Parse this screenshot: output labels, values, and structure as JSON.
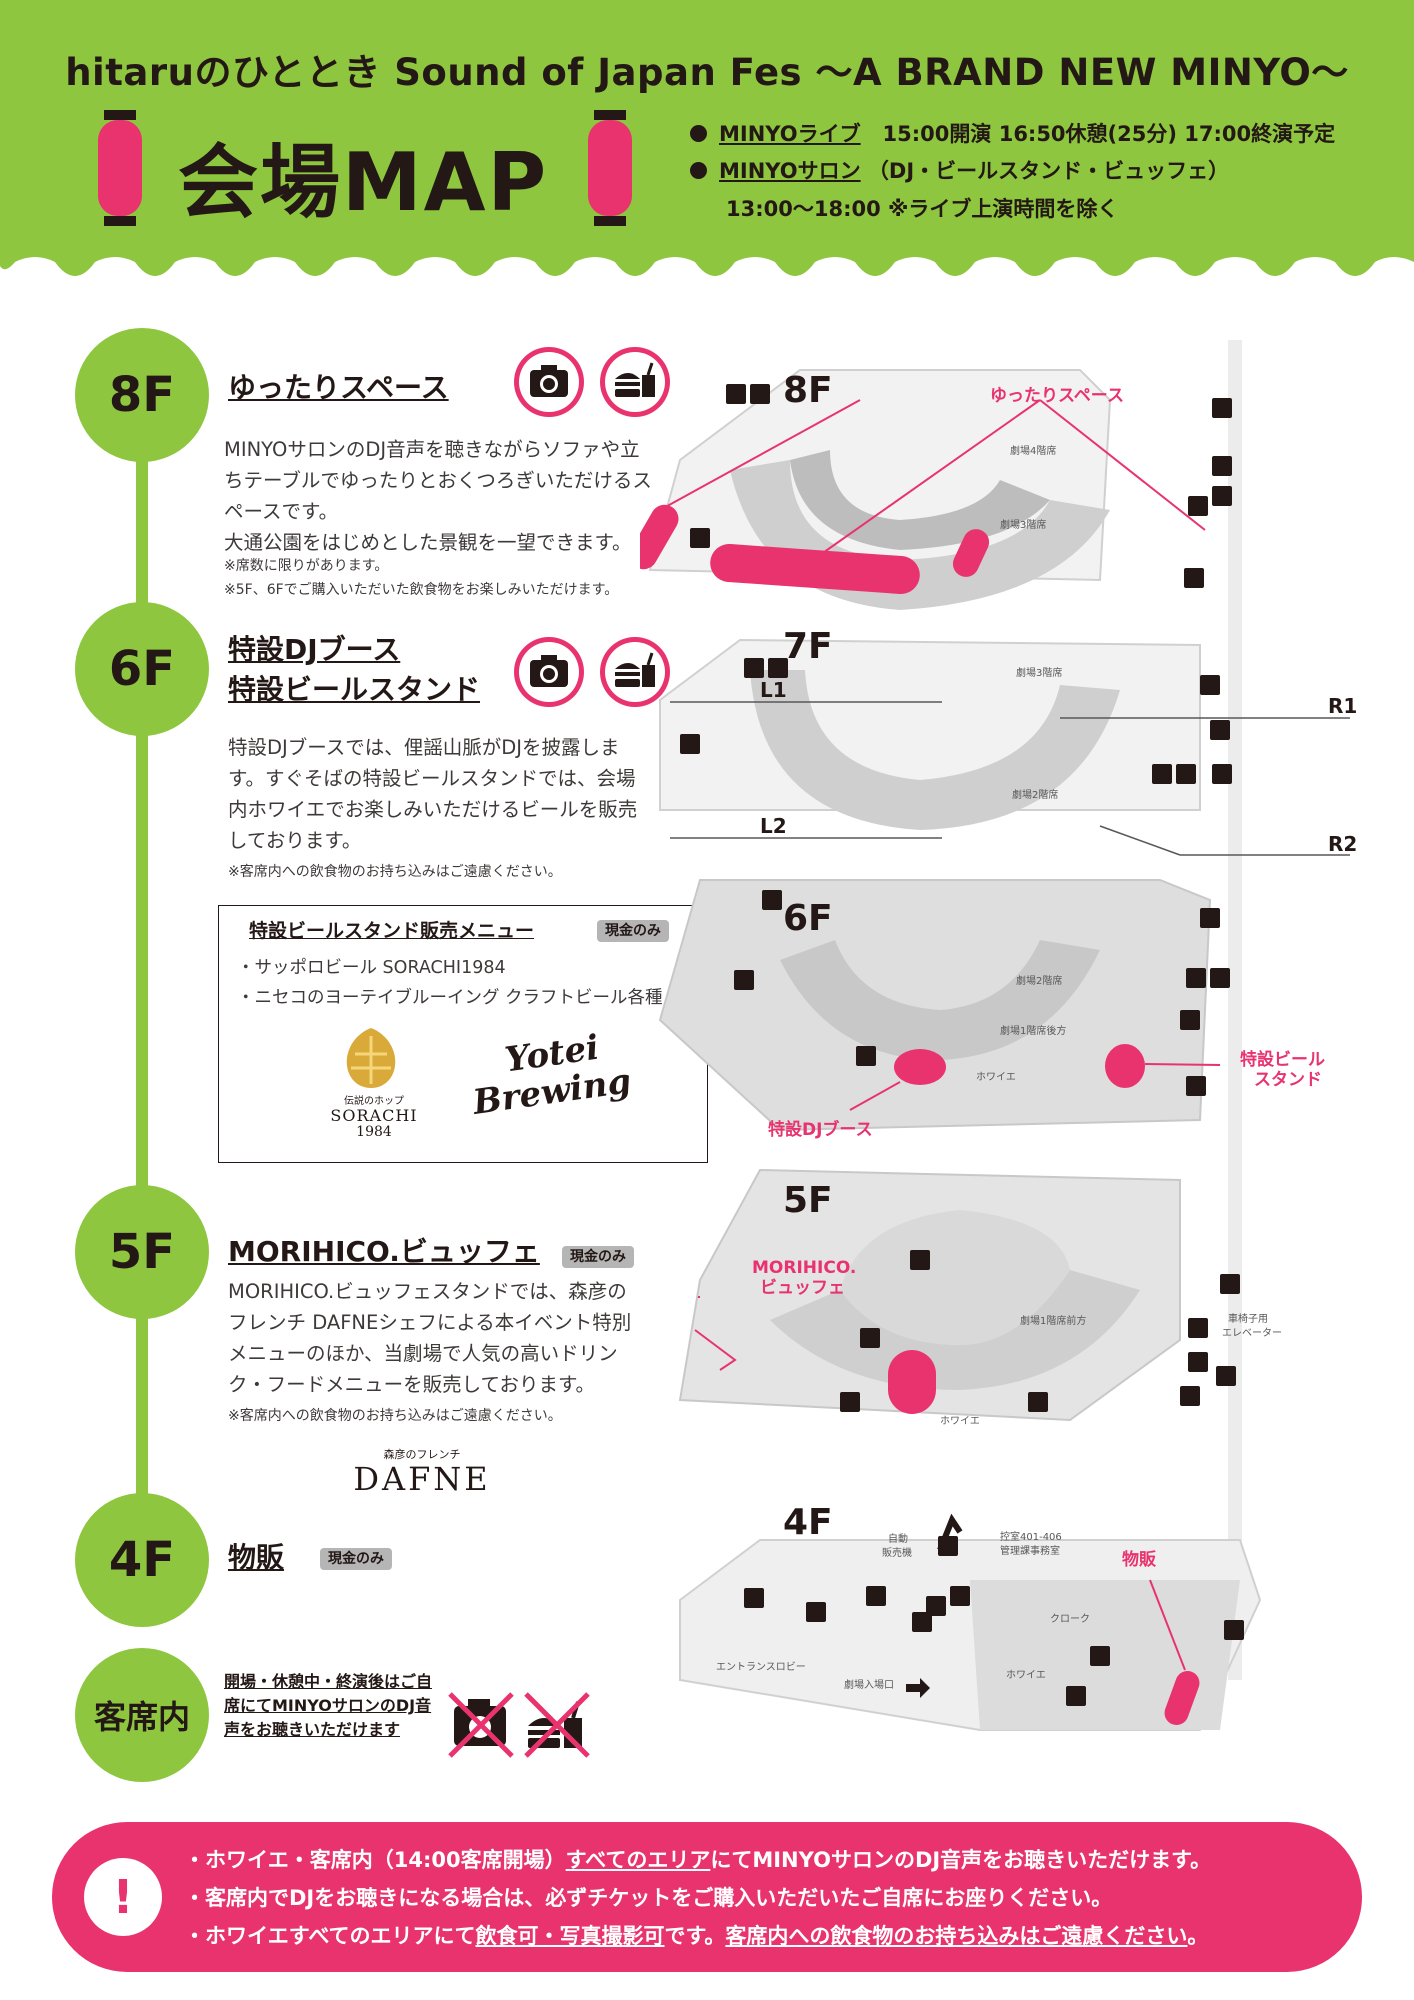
{
  "colors": {
    "green": "#8ec63f",
    "pink": "#e8336f",
    "dark": "#231815",
    "gray": "#b5b5b6"
  },
  "header": {
    "event_title": "hitaruのひととき Sound of Japan Fes 〜A BRAND NEW MINYO〜",
    "map_title": "会場MAP",
    "schedule": [
      {
        "link": "MINYOライブ",
        "text": "15:00開演 16:50休憩(25分) 17:00終演予定"
      },
      {
        "link": "MINYOサロン",
        "text": "（DJ・ビールスタンド・ビュッフェ）"
      }
    ],
    "schedule_times": "13:00〜18:00 ※ライブ上演時間を除く"
  },
  "floors": {
    "f8": {
      "label": "8F",
      "title": "ゆったりスペース",
      "desc": [
        "MINYOサロンのDJ音声を聴きながらソファや立",
        "ちテーブルでゆったりとおくつろぎいただけるス",
        "ペースです。",
        "大通公園をはじめとした景観を一望できます。"
      ],
      "notes": [
        "※席数に限りがあります。",
        "※5F、6Fでご購入いただいた飲食物をお楽しみいただけます。"
      ]
    },
    "f6": {
      "label": "6F",
      "title1": "特設DJブース",
      "title2": "特設ビールスタンド",
      "desc": [
        "特設DJブースでは、俚謡山脈がDJを披露しま",
        "す。すぐそばの特設ビールスタンドでは、会場",
        "内ホワイエでお楽しみいただけるビールを販売",
        "しております。"
      ],
      "note": "※客席内への飲食物のお持ち込みはご遠慮ください。",
      "menu": {
        "title": "特設ビールスタンド販売メニュー",
        "badge": "現金のみ",
        "items": [
          "・サッポロビール SORACHI1984",
          "・ニセコのヨーテイブルーイング クラフトビール各種"
        ],
        "logo1_top": "伝説のホップ",
        "logo1_name": "SORACHI",
        "logo1_year": "1984",
        "logo2_line1": "Yotei",
        "logo2_line2": "Brewing"
      }
    },
    "f5": {
      "label": "5F",
      "title": "MORIHICO.ビュッフェ",
      "badge": "現金のみ",
      "desc": [
        "MORIHICO.ビュッフェスタンドでは、森彦の",
        "フレンチ DAFNEシェフによる本イベント特別",
        "メニューのほか、当劇場で人気の高いドリン",
        "ク・フードメニューを販売しております。"
      ],
      "note": "※客席内への飲食物のお持ち込みはご遠慮ください。",
      "logo_small": "森彦のフレンチ",
      "logo_name": "DAFNE"
    },
    "f4": {
      "label": "4F",
      "title": "物販",
      "badge": "現金のみ"
    },
    "seat": {
      "label": "客席内",
      "text": "開場・休憩中・終演後はご自席にてMINYOサロンのDJ音声をお聴きいただけます"
    }
  },
  "maps": {
    "m8": {
      "label": "8F",
      "callout": "ゆったりスペース",
      "seat3": "劇場4階席",
      "seat2": "劇場3階席"
    },
    "m7": {
      "label": "7F",
      "seat3": "劇場3階席",
      "seat2": "劇場2階席",
      "l1": "L1",
      "l2": "L2",
      "r1": "R1",
      "r2": "R2"
    },
    "m6": {
      "label": "6F",
      "seat2": "劇場2階席",
      "seat1": "劇場1階席後方",
      "foyer": "ホワイエ",
      "dj": "特設DJブース",
      "beer1": "特設ビール",
      "beer2": "スタンド"
    },
    "m5": {
      "label": "5F",
      "seat": "劇場1階席前方",
      "foyer": "ホワイエ",
      "buffet1": "MORIHICO.",
      "buffet2": "ビュッフェ",
      "elev1": "車椅子用",
      "elev2": "エレベーター"
    },
    "m4": {
      "label": "4F",
      "callout": "物販",
      "vend1": "自動",
      "vend2": "販売機",
      "room1": "控室401-406",
      "room2": "管理課事務室",
      "lobby": "エントランスロビー",
      "entrance": "劇場入場口",
      "foyer": "ホワイエ",
      "cloak": "クローク"
    }
  },
  "notice": {
    "mark": "!",
    "line1_pre": "・ホワイエ・客席内（14:00客席開場）",
    "line1_u": "すべてのエリア",
    "line1_post": "にてMINYOサロンのDJ音声をお聴きいただけます。",
    "line2": "・客席内でDJをお聴きになる場合は、必ずチケットをご購入いただいたご自席にお座りください。",
    "line3_pre": "・ホワイエすべてのエリアにて",
    "line3_u1": "飲食可・写真撮影可",
    "line3_mid": "です。",
    "line3_u2": "客席内への飲食物のお持ち込みはご遠慮ください",
    "line3_post": "。"
  }
}
